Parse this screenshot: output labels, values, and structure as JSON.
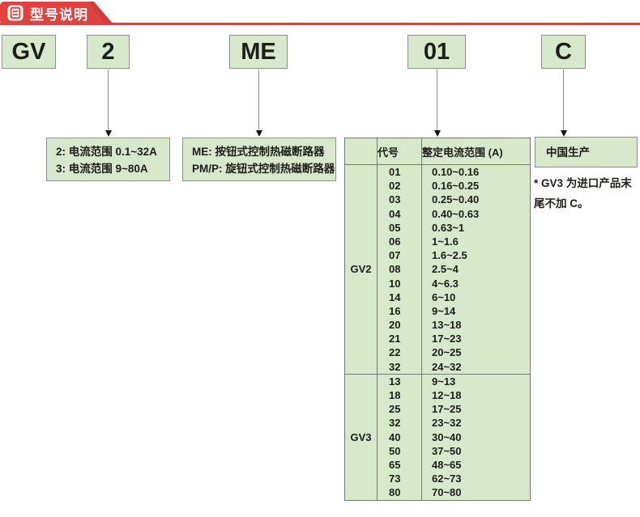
{
  "header": {
    "title": "型号说明"
  },
  "code_boxes": [
    {
      "label": "GV"
    },
    {
      "label": "2"
    },
    {
      "label": "ME"
    },
    {
      "label": "01"
    },
    {
      "label": "C"
    }
  ],
  "explanations": {
    "current_range": {
      "line1": "2: 电流范围 0.1~32A",
      "line2": "3: 电流范围 9~80A"
    },
    "control_type": {
      "line1": "ME: 按钮式控制热磁断路器",
      "line2": "PM/P: 旋钮式控制热磁断路器"
    },
    "origin": {
      "text": "中国生产"
    },
    "footnote": "* GV3 为进口产品末尾不加 C。"
  },
  "table": {
    "headers": [
      "",
      "代号",
      "整定电流范围 (A)"
    ],
    "groups": [
      {
        "name": "GV2",
        "rows": [
          [
            "01",
            "0.10~0.16"
          ],
          [
            "02",
            "0.16~0.25"
          ],
          [
            "03",
            "0.25~0.40"
          ],
          [
            "04",
            "0.40~0.63"
          ],
          [
            "05",
            "0.63~1"
          ],
          [
            "06",
            "1~1.6"
          ],
          [
            "07",
            "1.6~2.5"
          ],
          [
            "08",
            "2.5~4"
          ],
          [
            "10",
            "4~6.3"
          ],
          [
            "14",
            "6~10"
          ],
          [
            "16",
            "9~14"
          ],
          [
            "20",
            "13~18"
          ],
          [
            "21",
            "17~23"
          ],
          [
            "22",
            "20~25"
          ],
          [
            "32",
            "24~32"
          ]
        ]
      },
      {
        "name": "GV3",
        "rows": [
          [
            "13",
            "9~13"
          ],
          [
            "18",
            "12~18"
          ],
          [
            "25",
            "17~25"
          ],
          [
            "32",
            "23~32"
          ],
          [
            "40",
            "30~40"
          ],
          [
            "50",
            "37~50"
          ],
          [
            "65",
            "48~65"
          ],
          [
            "73",
            "62~73"
          ],
          [
            "80",
            "70~80"
          ]
        ]
      }
    ]
  },
  "colors": {
    "ribbon_red": "#e2413e",
    "underline_red": "#c84c47",
    "box_green": "#d8e8ca",
    "box_border": "#8f8f8f",
    "table_border": "#787878",
    "text": "#1d1d1b"
  }
}
